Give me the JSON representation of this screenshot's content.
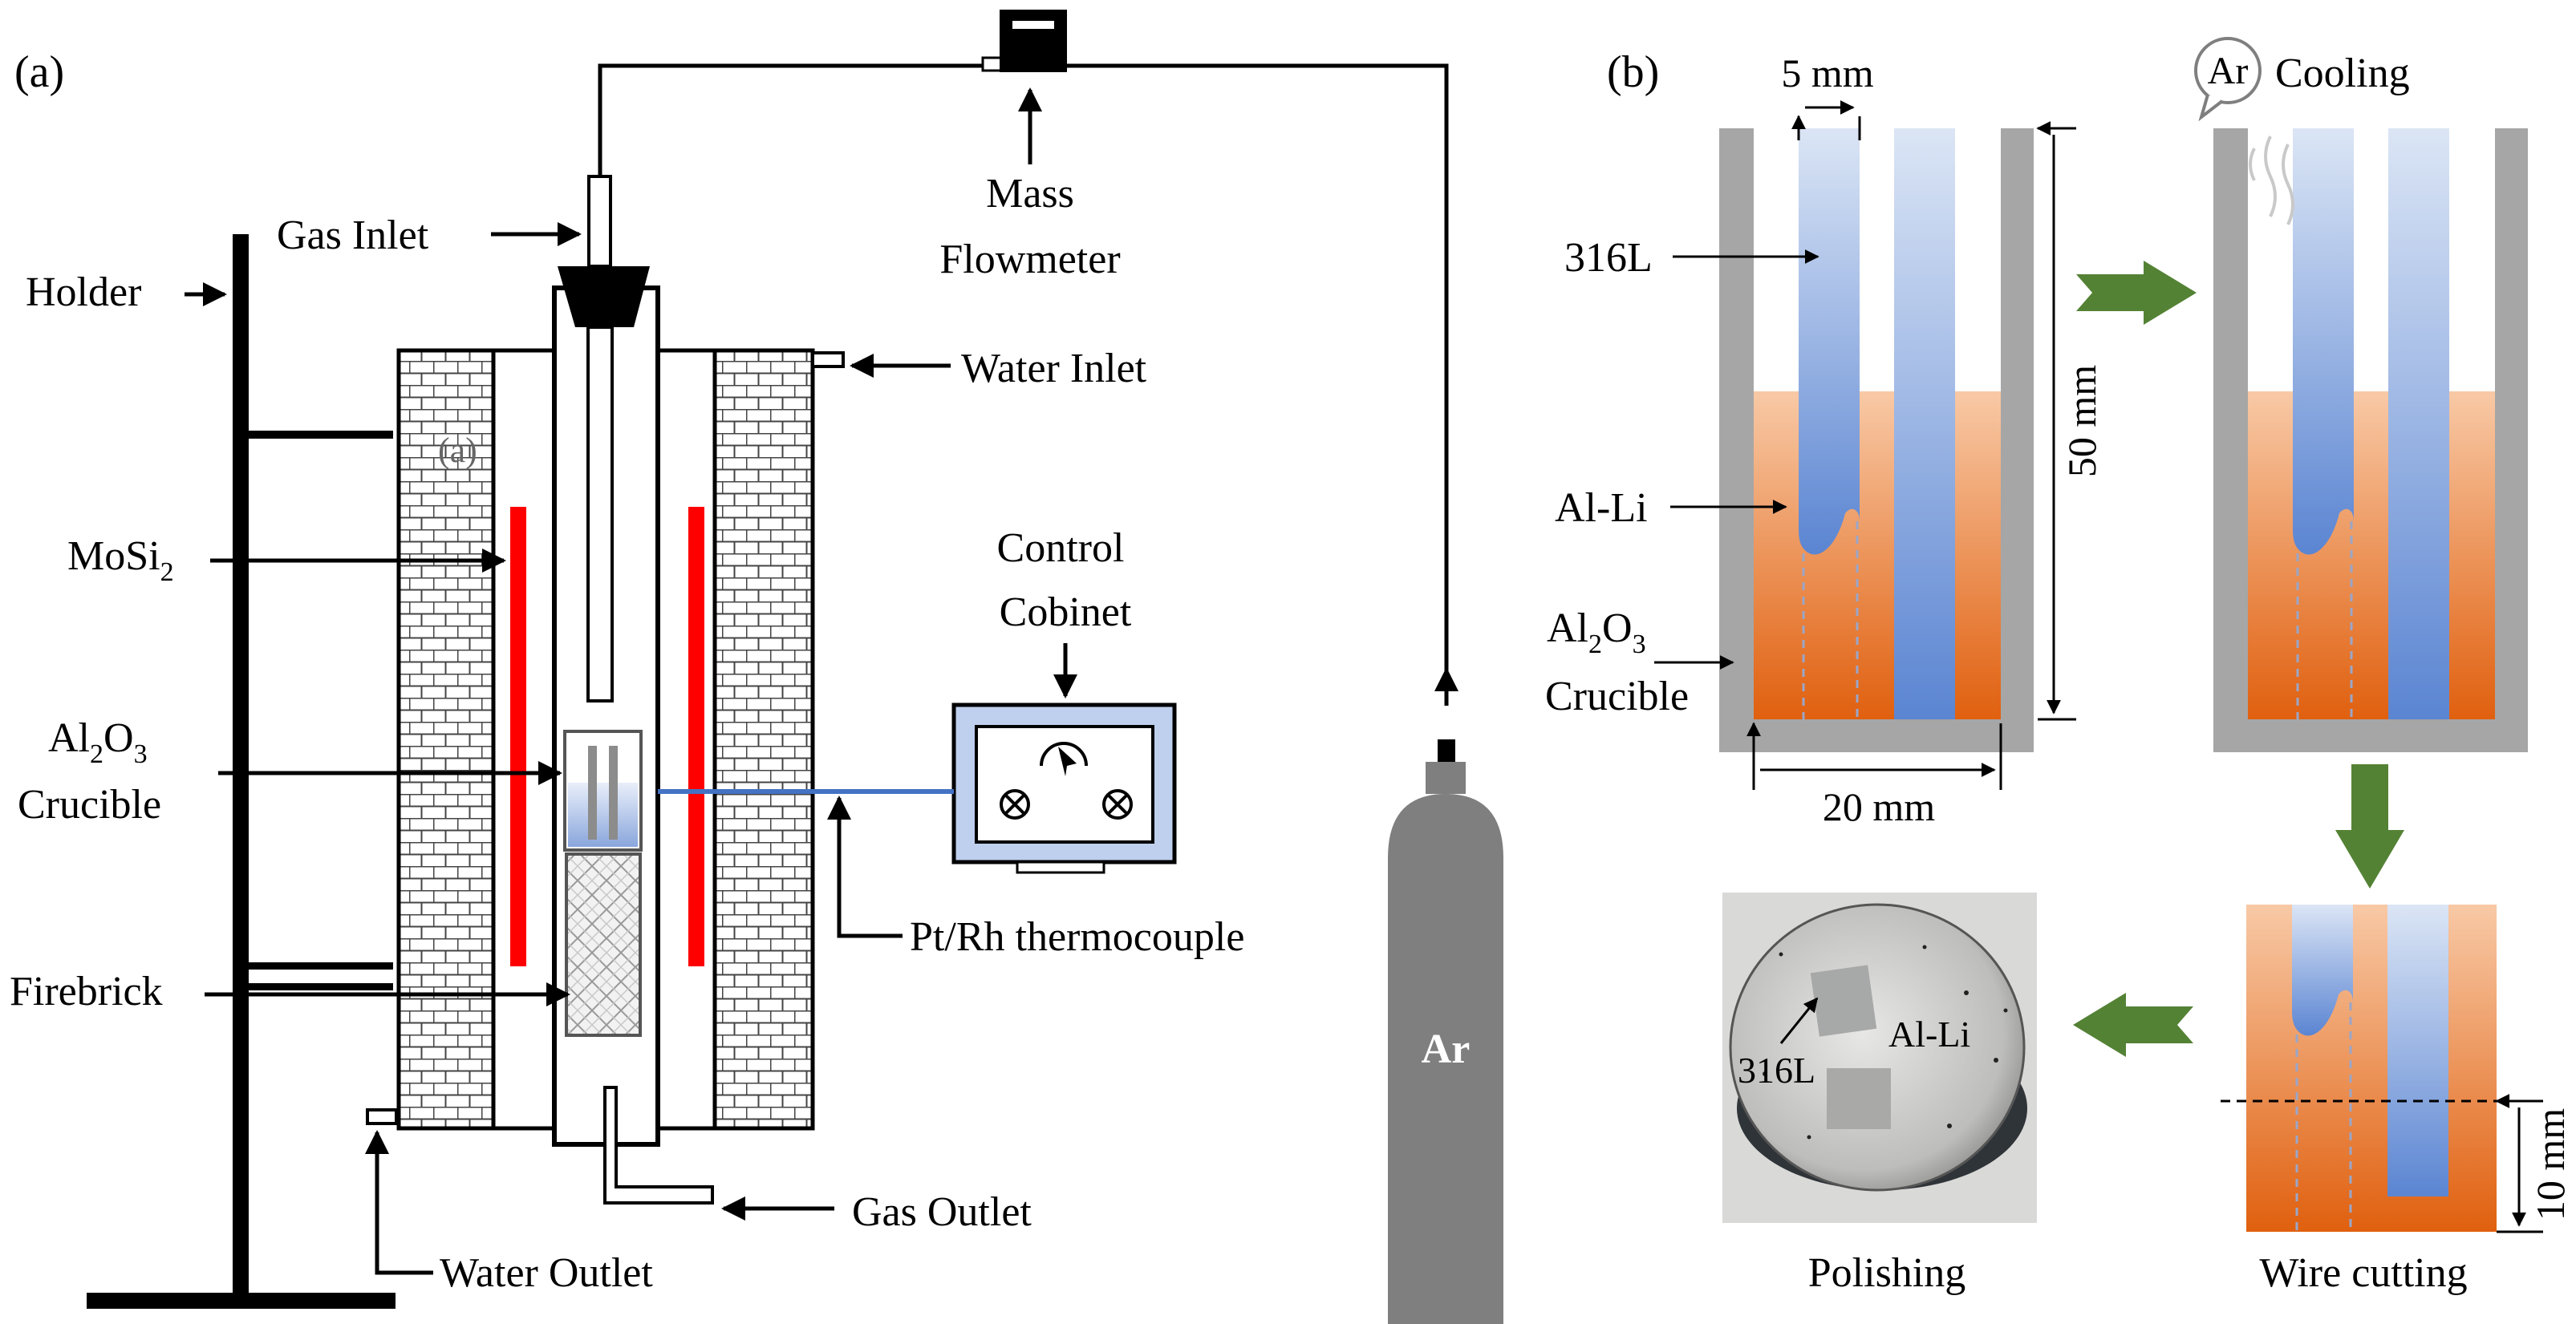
{
  "panel_a": {
    "label": "(a)",
    "labels": {
      "gas_inlet": "Gas Inlet",
      "holder": "Holder",
      "mass_flowmeter_1": "Mass",
      "mass_flowmeter_2": "Flowmeter",
      "water_inlet": "Water Inlet",
      "mosi2_main": "MoSi",
      "mosi2_sub": "2",
      "crucible_al": "Al",
      "crucible_sub1": "2",
      "crucible_o": "O",
      "crucible_sub2": "3",
      "crucible_word": "Crucible",
      "control_1": "Control",
      "control_2": "Cobinet",
      "thermocouple": "Pt/Rh thermocouple",
      "firebrick": "Firebrick",
      "gas_outlet": "Gas Outlet",
      "water_outlet": "Water Outlet",
      "argon": "Ar",
      "inner_mark": "(a)"
    }
  },
  "panel_b": {
    "label": "(b)",
    "labels": {
      "width_5mm": "5 mm",
      "height_50mm": "50 mm",
      "width_20mm": "20 mm",
      "height_10mm": "10 mm",
      "steel": "316L",
      "alloy": "Al-Li",
      "crucible_al": "Al",
      "crucible_sub1": "2",
      "crucible_o": "O",
      "crucible_sub2": "3",
      "crucible_word": "Crucible",
      "argon_bubble": "Ar",
      "cooling": "Cooling",
      "wire_cutting": "Wire cutting",
      "polishing": "Polishing",
      "photo_steel": "316L",
      "photo_alloy": "Al-Li"
    }
  },
  "colors": {
    "wall_gray": "#a6a6a6",
    "alloy_orange": "#e86f1e",
    "steel_blue": "#6f93d6",
    "heater_red": "#ff0000",
    "arrow_green": "#548235",
    "thermo_blue": "#4472c4",
    "cabinet_fill": "#bfcfee"
  }
}
